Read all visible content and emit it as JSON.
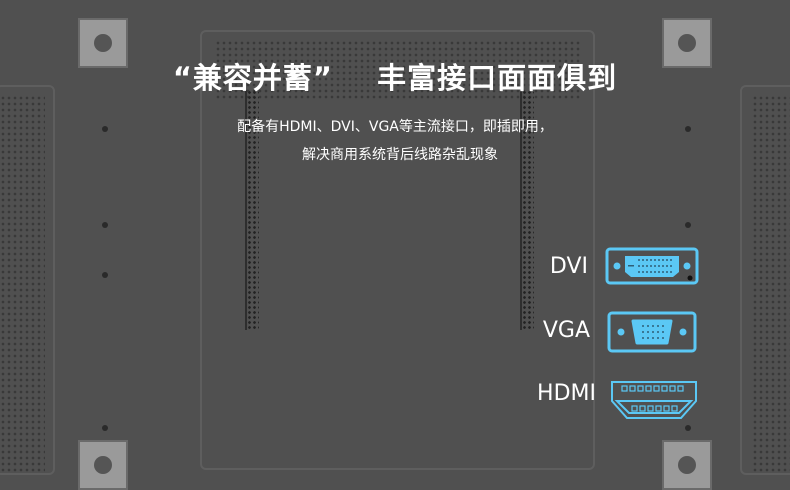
{
  "headline": {
    "quoted": "“兼容并蓄”",
    "rest": "丰富接口面面俱到"
  },
  "description": {
    "line1": "配备有HDMI、DVI、VGA等主流接口，即插即用，",
    "line2": "解决商用系统背后线路杂乱现象"
  },
  "ports": [
    {
      "label": "DVI",
      "icon": "dvi-port-icon"
    },
    {
      "label": "VGA",
      "icon": "vga-port-icon"
    },
    {
      "label": "HDMI",
      "icon": "hdmi-port-icon"
    }
  ],
  "colors": {
    "accent": "#5bc8f5",
    "background": "#505050"
  }
}
